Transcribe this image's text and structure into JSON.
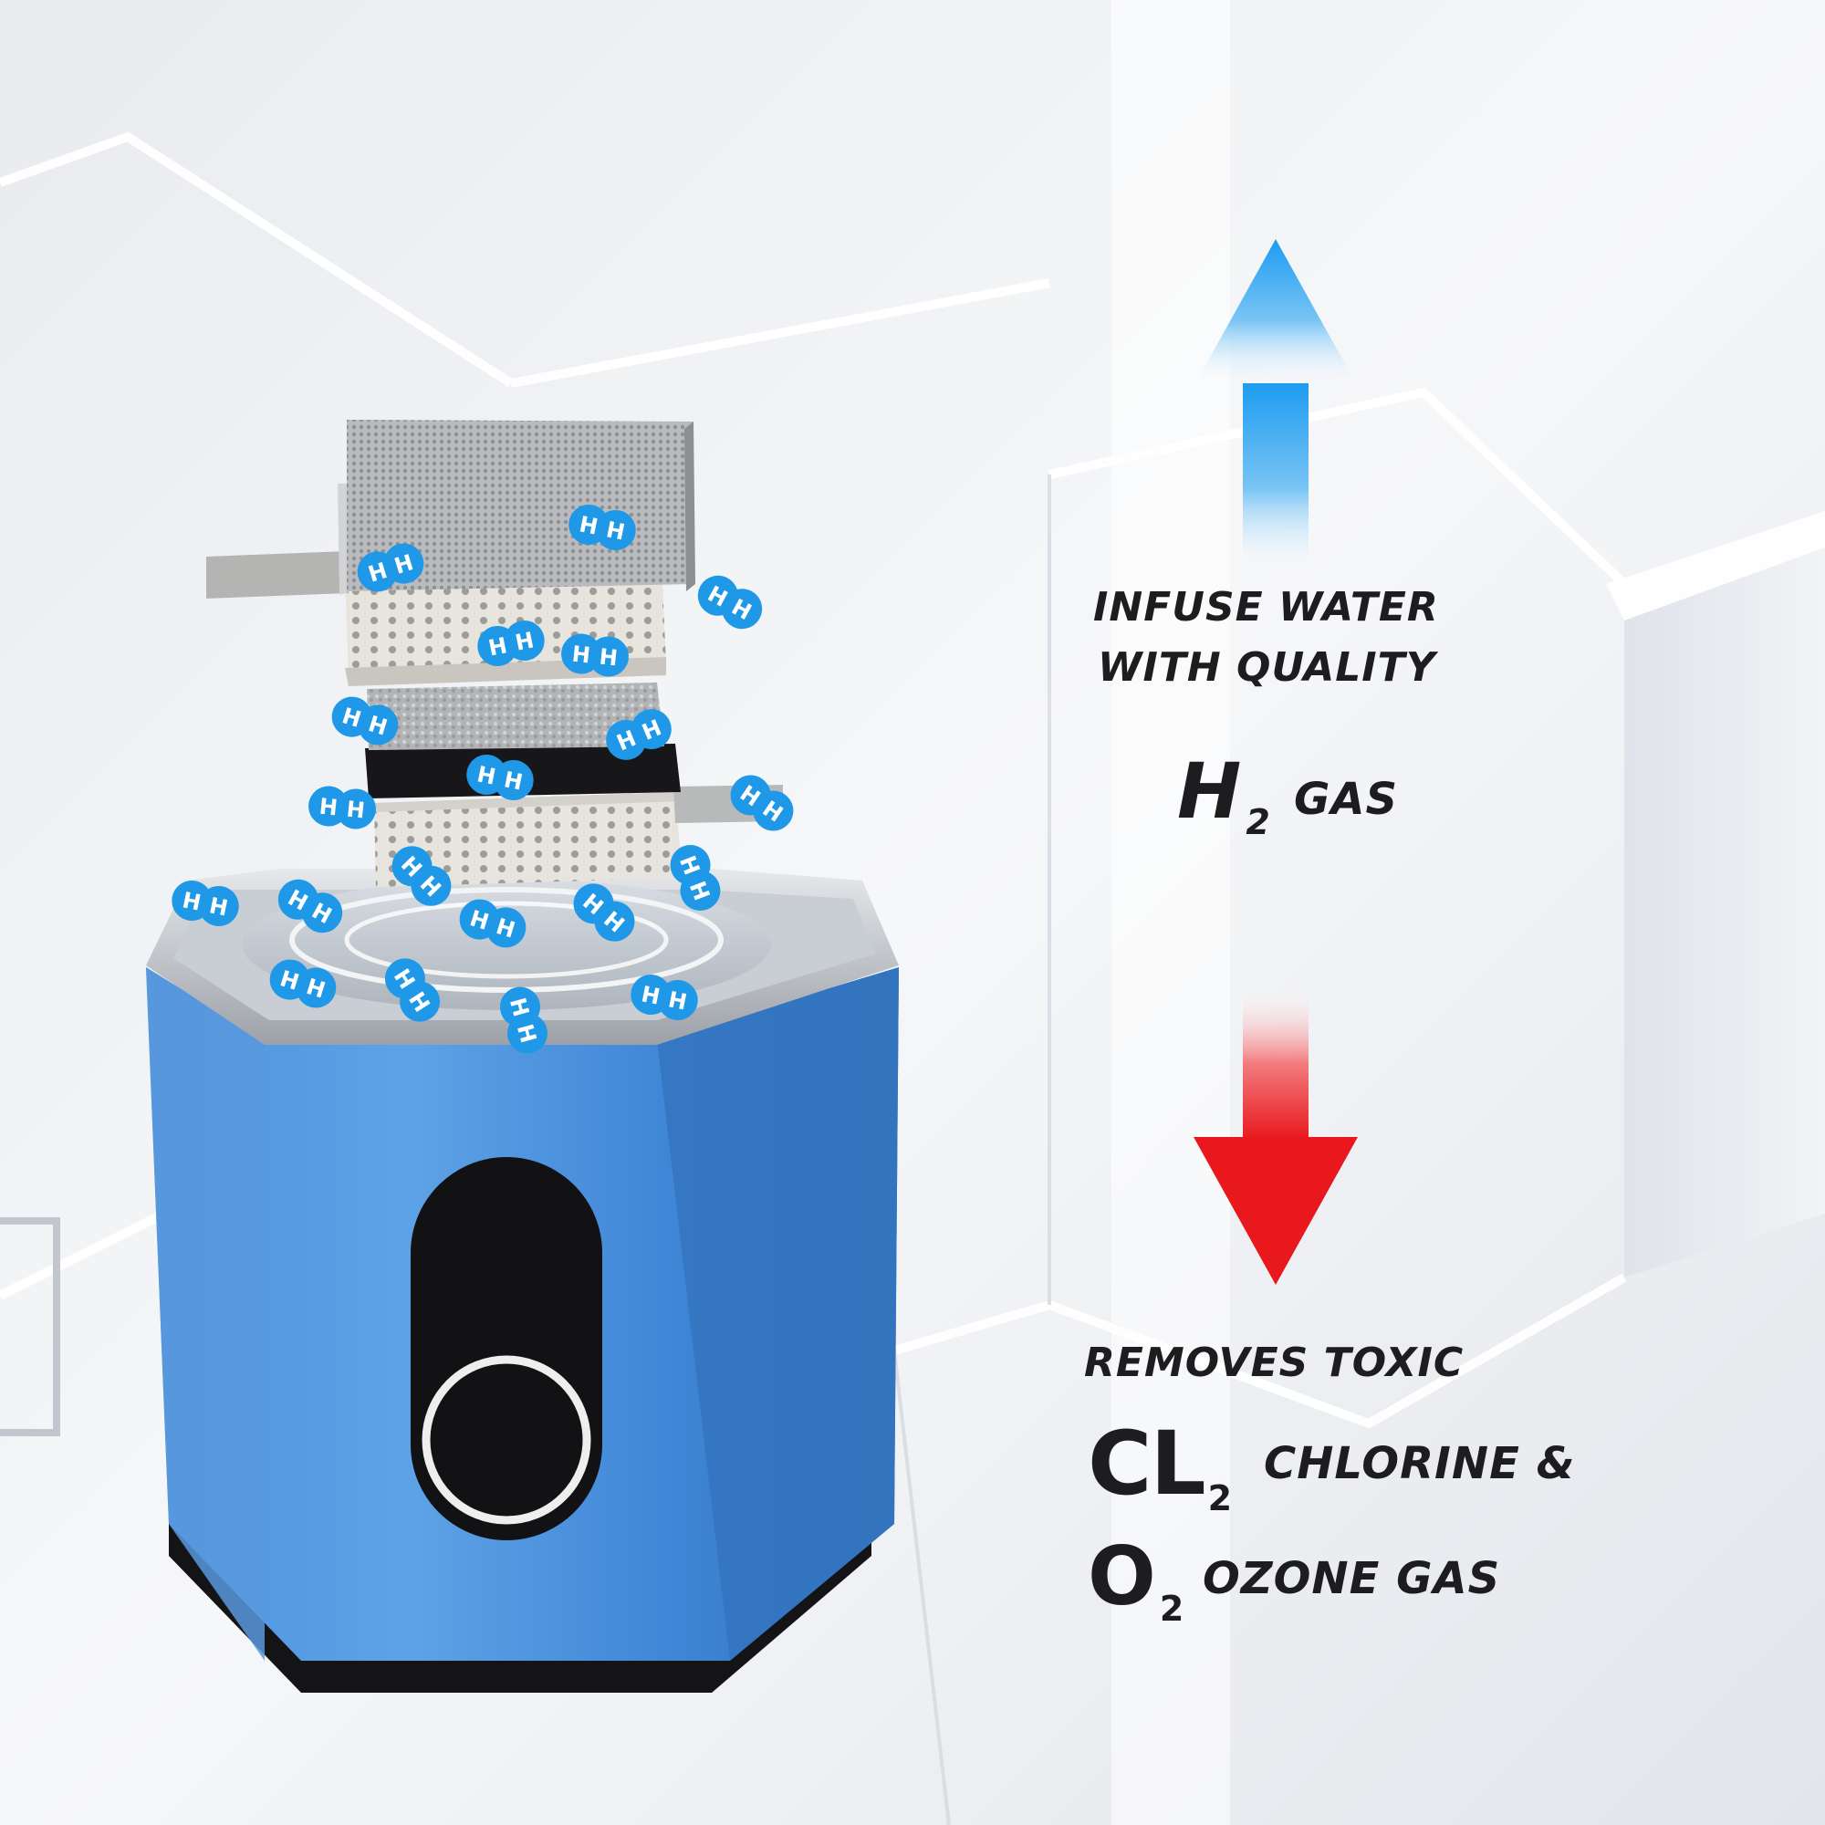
{
  "infuse": {
    "line1": "INFUSE WATER",
    "line2": "WITH QUALITY",
    "h2_symbol": "H",
    "h2_sub": "2",
    "h2_gas": "GAS"
  },
  "removes": {
    "line1": "REMOVES TOXIC",
    "cl_symbol": "CL",
    "cl_sub": "2",
    "chlorine": "CHLORINE &",
    "o_symbol": "O",
    "o_sub": "2",
    "ozone": "OZONE GAS"
  },
  "molecule_letter": "H",
  "colors": {
    "device_blue": "#3f86d6",
    "molecule_blue": "#1f98e8",
    "arrow_up_blue": "#1e9cf0",
    "arrow_down_red": "#e8181c",
    "text_dark": "#1d1d1f"
  }
}
